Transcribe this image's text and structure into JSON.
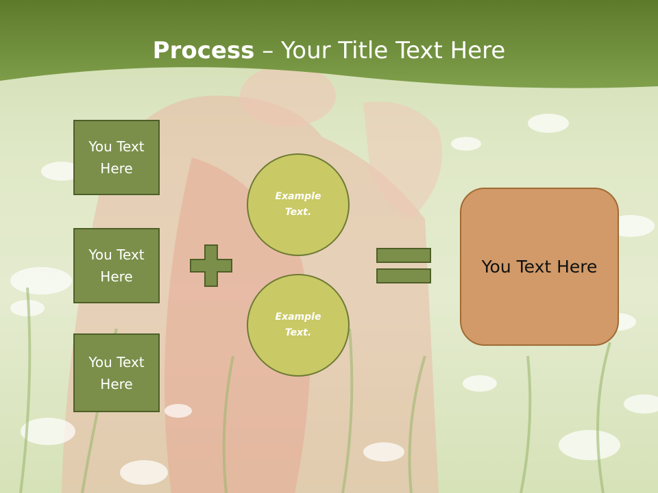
{
  "title": {
    "bold": "Process",
    "separator": " – ",
    "rest": "Your Title Text Here"
  },
  "left_boxes": [
    {
      "label": "You Text Here"
    },
    {
      "label": "You Text Here"
    },
    {
      "label": "You Text Here"
    }
  ],
  "circles": [
    {
      "label": "Example Text."
    },
    {
      "label": "Example Text."
    }
  ],
  "operators": {
    "plus": "plus-icon",
    "equals": "equals-icon"
  },
  "result": {
    "label": "You Text Here"
  },
  "colors": {
    "header_green": "#6f8b3b",
    "box_fill": "#7b8f4b",
    "circle_fill": "#c9c966",
    "result_fill": "#d19a68",
    "operator_fill": "#7b8f4b"
  }
}
